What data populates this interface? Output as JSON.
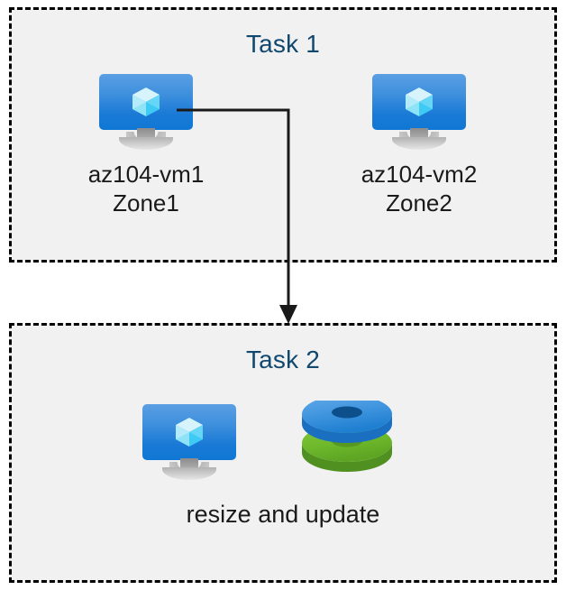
{
  "diagram": {
    "title_color": "#11486f",
    "background": "#ffffff",
    "container_fill": "#f1f1f1",
    "border_color": "#000000",
    "text_color": "#1a1a1a"
  },
  "task1": {
    "title": "Task 1",
    "nodes": [
      {
        "icon": "virtual-machine-icon",
        "name": "az104-vm1",
        "zone": "Zone1",
        "label": "az104-vm1\nZone1"
      },
      {
        "icon": "virtual-machine-icon",
        "name": "az104-vm2",
        "zone": "Zone2",
        "label": "az104-vm2\nZone2"
      }
    ]
  },
  "task2": {
    "title": "Task 2",
    "icons": [
      "virtual-machine-icon",
      "managed-disks-icon"
    ],
    "caption": "resize and update"
  },
  "connector": {
    "from": "az104-vm1",
    "to": "task2",
    "style": "elbow-arrow",
    "color": "#1a1a1a"
  },
  "palette": {
    "vm_screen_light": "#5b9fe3",
    "vm_screen_dark": "#0f78d4",
    "vm_cube_light": "#c8f0fb",
    "vm_cube_mid": "#86e2f7",
    "vm_cube_dark": "#32c5f4",
    "disk_blue_top": "#3f94de",
    "disk_blue_side": "#1a6fc0",
    "disk_blue_hole": "#0d4f8b",
    "disk_green_top": "#6fba2c",
    "disk_green_side": "#4f9020",
    "disk_green_hole": "#5aa322",
    "stand_gray": "#b2b2b2"
  }
}
